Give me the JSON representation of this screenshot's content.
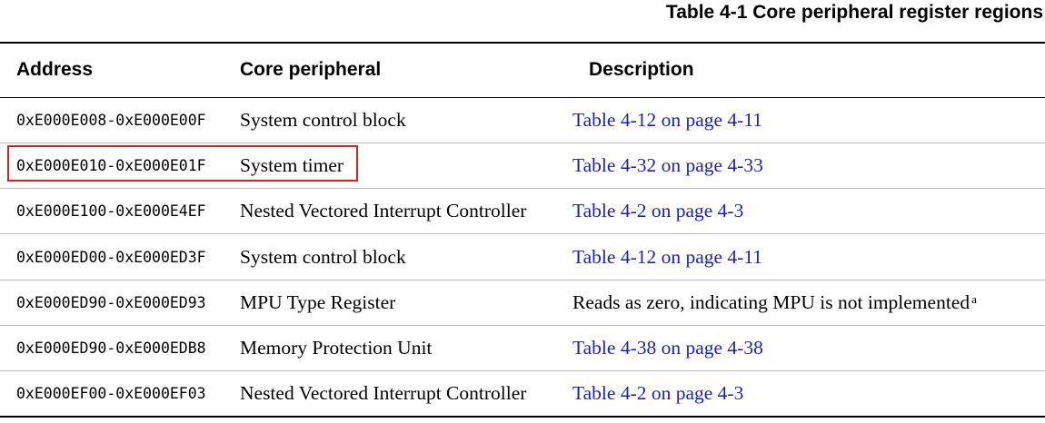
{
  "caption": "Table 4-1 Core peripheral register regions",
  "columns": {
    "address": "Address",
    "peripheral": "Core peripheral",
    "description": "Description"
  },
  "rows": [
    {
      "address": "0xE000E008-0xE000E00F",
      "peripheral": "System control block",
      "description": "Table 4-12 on page 4-11",
      "is_link": true,
      "note": ""
    },
    {
      "address": "0xE000E010-0xE000E01F",
      "peripheral": "System timer",
      "description": "Table 4-32 on page 4-33",
      "is_link": true,
      "note": ""
    },
    {
      "address": "0xE000E100-0xE000E4EF",
      "peripheral": "Nested Vectored Interrupt Controller",
      "description": "Table 4-2 on page 4-3",
      "is_link": true,
      "note": ""
    },
    {
      "address": "0xE000ED00-0xE000ED3F",
      "peripheral": "System control block",
      "description": "Table 4-12 on page 4-11",
      "is_link": true,
      "note": ""
    },
    {
      "address": "0xE000ED90-0xE000ED93",
      "peripheral": "MPU Type Register",
      "description": "Reads as zero, indicating MPU is not implemented",
      "is_link": false,
      "note": "a"
    },
    {
      "address": "0xE000ED90-0xE000EDB8",
      "peripheral": "Memory Protection Unit",
      "description": "Table 4-38 on page 4-38",
      "is_link": true,
      "note": ""
    },
    {
      "address": "0xE000EF00-0xE000EF03",
      "peripheral": "Nested Vectored Interrupt Controller",
      "description": "Table 4-2 on page 4-3",
      "is_link": true,
      "note": ""
    }
  ],
  "highlighted_row": 1,
  "colors": {
    "link": "#1a21c4",
    "highlight_border": "#e0211b",
    "row_divider": "#bdbdbd"
  }
}
